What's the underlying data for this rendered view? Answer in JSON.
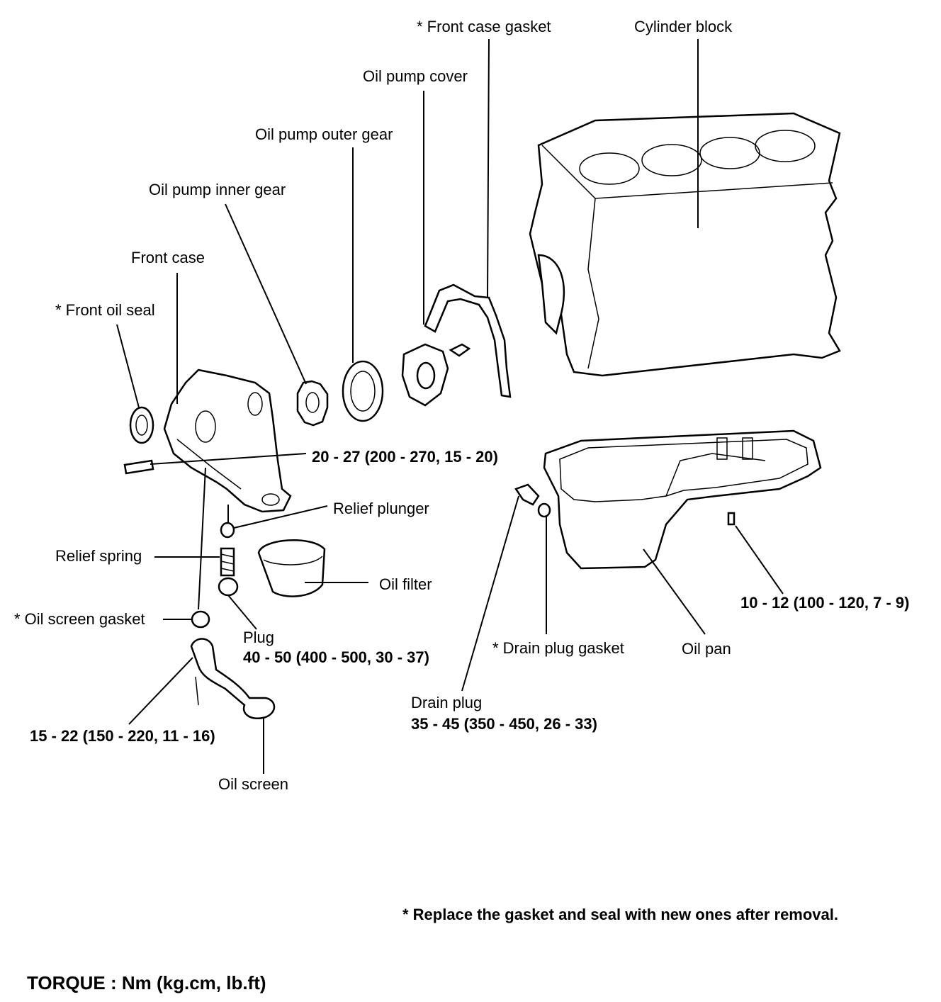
{
  "labels": {
    "front_case_gasket": "* Front case gasket",
    "cylinder_block": "Cylinder block",
    "oil_pump_cover": "Oil pump cover",
    "oil_pump_outer_gear": "Oil pump outer gear",
    "oil_pump_inner_gear": "Oil pump inner gear",
    "front_case": "Front case",
    "front_oil_seal": "* Front oil seal",
    "front_case_torque": "20 - 27 (200 - 270, 15 - 20)",
    "relief_plunger": "Relief plunger",
    "relief_spring": "Relief spring",
    "oil_filter": "Oil filter",
    "oil_screen_gasket": "* Oil screen gasket",
    "plug": "Plug",
    "plug_torque": "40 - 50 (400 - 500, 30 - 37)",
    "oil_screen_torque": "15 - 22 (150 - 220, 11 - 16)",
    "oil_screen": "Oil screen",
    "drain_plug_gasket": "* Drain plug gasket",
    "oil_pan": "Oil pan",
    "oil_pan_torque": "10 - 12 (100 - 120, 7 - 9)",
    "drain_plug": "Drain plug",
    "drain_plug_torque": "35 - 45 (350 - 450, 26 - 33)"
  },
  "notes": {
    "replace_note": "* Replace the gasket and seal with new ones after removal.",
    "torque_unit": "TORQUE : Nm (kg.cm, lb.ft)"
  }
}
